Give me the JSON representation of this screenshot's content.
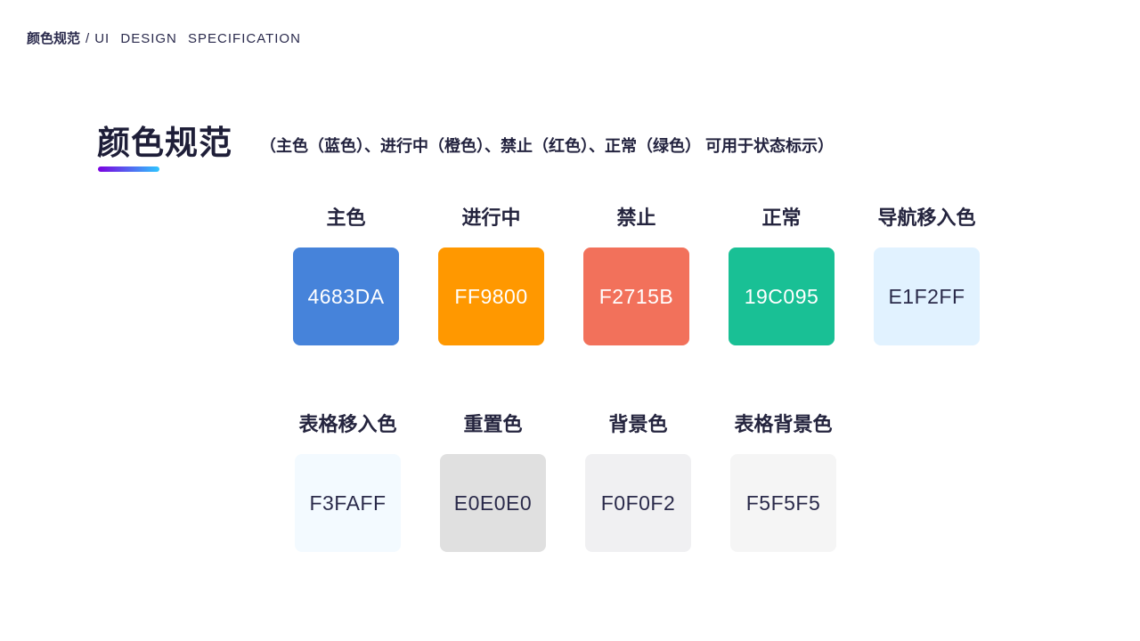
{
  "breadcrumb": {
    "zh": "颜色规范",
    "separator": "/",
    "en": "UI DESIGN SPECIFICATION"
  },
  "header": {
    "title": "颜色规范",
    "subtitle": "（主色（蓝色）、进行中（橙色）、禁止（红色）、正常（绿色） 可用于状态标示）"
  },
  "accent": {
    "underline_from": "#7b00e0",
    "underline_to": "#2ec6ff",
    "text_dark": "#24243e"
  },
  "swatch_rows": [
    {
      "items": [
        {
          "label": "主色",
          "hex": "4683DA",
          "color": "#4683DA",
          "text_color": "#FFFFFF"
        },
        {
          "label": "进行中",
          "hex": "FF9800",
          "color": "#FF9800",
          "text_color": "#FFFFFF"
        },
        {
          "label": "禁止",
          "hex": "F2715B",
          "color": "#F2715B",
          "text_color": "#FFFFFF"
        },
        {
          "label": "正常",
          "hex": "19C095",
          "color": "#19C095",
          "text_color": "#FFFFFF"
        },
        {
          "label": "导航移入色",
          "hex": "E1F2FF",
          "color": "#E1F2FF",
          "text_color": "#2A2A4A"
        }
      ]
    },
    {
      "items": [
        {
          "label": "表格移入色",
          "hex": "F3FAFF",
          "color": "#F3FAFF",
          "text_color": "#2A2A4A"
        },
        {
          "label": "重置色",
          "hex": "E0E0E0",
          "color": "#E0E0E0",
          "text_color": "#2A2A4A"
        },
        {
          "label": "背景色",
          "hex": "F0F0F2",
          "color": "#F0F0F2",
          "text_color": "#2A2A4A"
        },
        {
          "label": "表格背景色",
          "hex": "F5F5F5",
          "color": "#F5F5F5",
          "text_color": "#2A2A4A"
        }
      ]
    }
  ]
}
